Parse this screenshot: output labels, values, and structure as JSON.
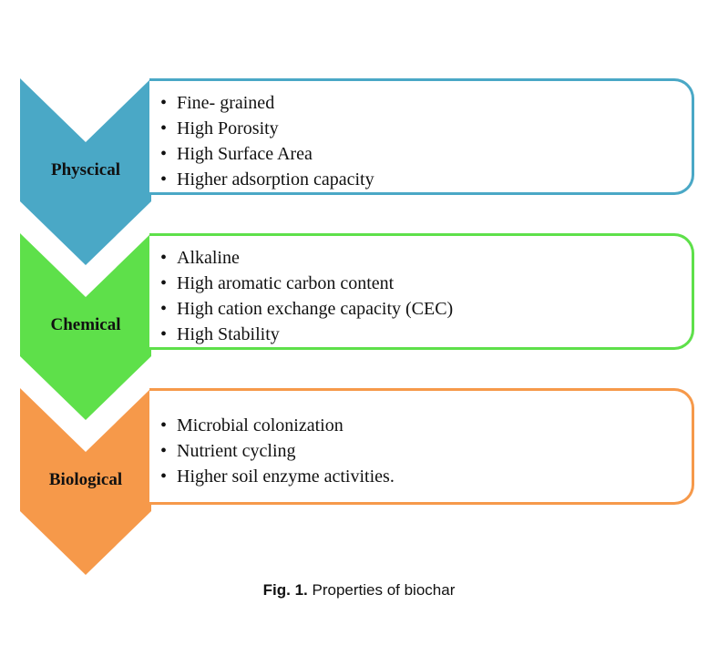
{
  "figure": {
    "caption_prefix": "Fig. 1.",
    "caption_text": " Properties of biochar"
  },
  "colors": {
    "physical": "#4aa8c6",
    "chemical": "#5ee04a",
    "biological": "#f6994a"
  },
  "categories": [
    {
      "label": "Physcical",
      "items": [
        "Fine- grained",
        "High Porosity",
        "High Surface Area",
        "Higher adsorption capacity"
      ]
    },
    {
      "label": "Chemical",
      "items": [
        "Alkaline",
        "High aromatic carbon content",
        "High cation exchange capacity (CEC)",
        "High Stability"
      ]
    },
    {
      "label": "Biological",
      "items": [
        "Microbial colonization",
        "Nutrient cycling",
        "Higher soil enzyme activities."
      ]
    }
  ]
}
